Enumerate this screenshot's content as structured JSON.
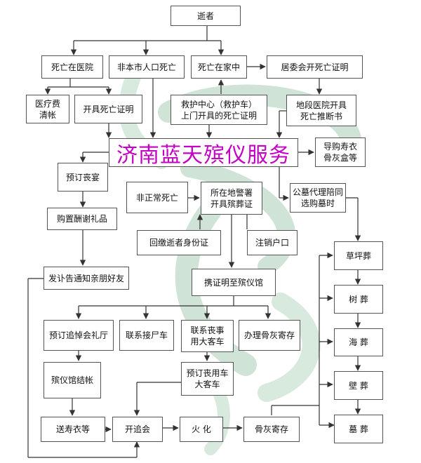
{
  "diagram": {
    "banner": "济南蓝天殡仪服务",
    "nodes": {
      "deceased": "逝者",
      "death_hospital": "死亡在医院",
      "non_local": "非本市人口死亡",
      "death_home": "死亡在家中",
      "committee_cert": "居委会开死亡证明",
      "medical_bills": "医疗费\n清帐",
      "death_cert": "开具死亡证明",
      "rescue_center": "救护中心（救护车）\n上门开具的死亡证明",
      "local_hospital": "地段医院开具\n死亡推断书",
      "shroud_urn": "导购寿衣\n骨灰盒等",
      "banquet": "预订丧宴",
      "unnatural": "非正常死亡",
      "police": "所在地警署\n开具殡葬证",
      "cemetery_agent": "公墓代理陪同\n选购墓时",
      "gifts": "购置酬谢礼品",
      "return_id": "回缴逝者身份证",
      "cancel_hukou": "注销户口",
      "obituary": "发讣告通知亲朋好友",
      "to_funeral_home": "携证明至殡仪馆",
      "lawn": "草坪葬",
      "tree": "树  葬",
      "sea": "海  葬",
      "wall": "壁  葬",
      "tomb": "墓  葬",
      "memorial_hall": "预订追悼会礼厅",
      "hearse": "联系接尸车",
      "bus": "联系丧事\n用大客车",
      "ash_storage_handle": "办理骨灰寄存",
      "checkout": "殡仪馆结帐",
      "book_bus": "预订丧用车\n大客车",
      "send_shroud": "送寿衣等",
      "memorial": "开追会",
      "cremation": "火  化",
      "ash_storage": "骨灰寄存"
    }
  }
}
